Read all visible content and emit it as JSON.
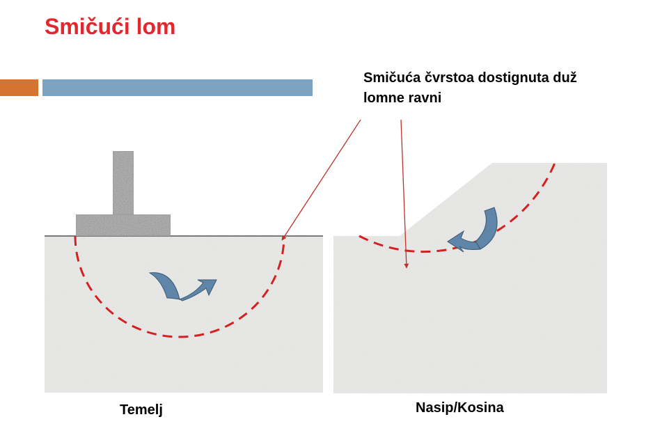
{
  "slide": {
    "title": "Smičući lom",
    "callout_line1": "Smičuća čvrstoa dostignuta duž",
    "callout_line2": "lomne ravni"
  },
  "panels": {
    "left_caption": "Temelj",
    "right_caption": "Nasip/Kosina"
  },
  "colors": {
    "title": "#e0282e",
    "accent_orange": "#d4742e",
    "accent_blue": "#7ea3c0",
    "soil": "#ebebe9",
    "concrete": "#8a8a8a",
    "failure_line": "#d42020",
    "rotation_arrow": "#5f86a8",
    "pointer_arrow": "#c0302a"
  }
}
